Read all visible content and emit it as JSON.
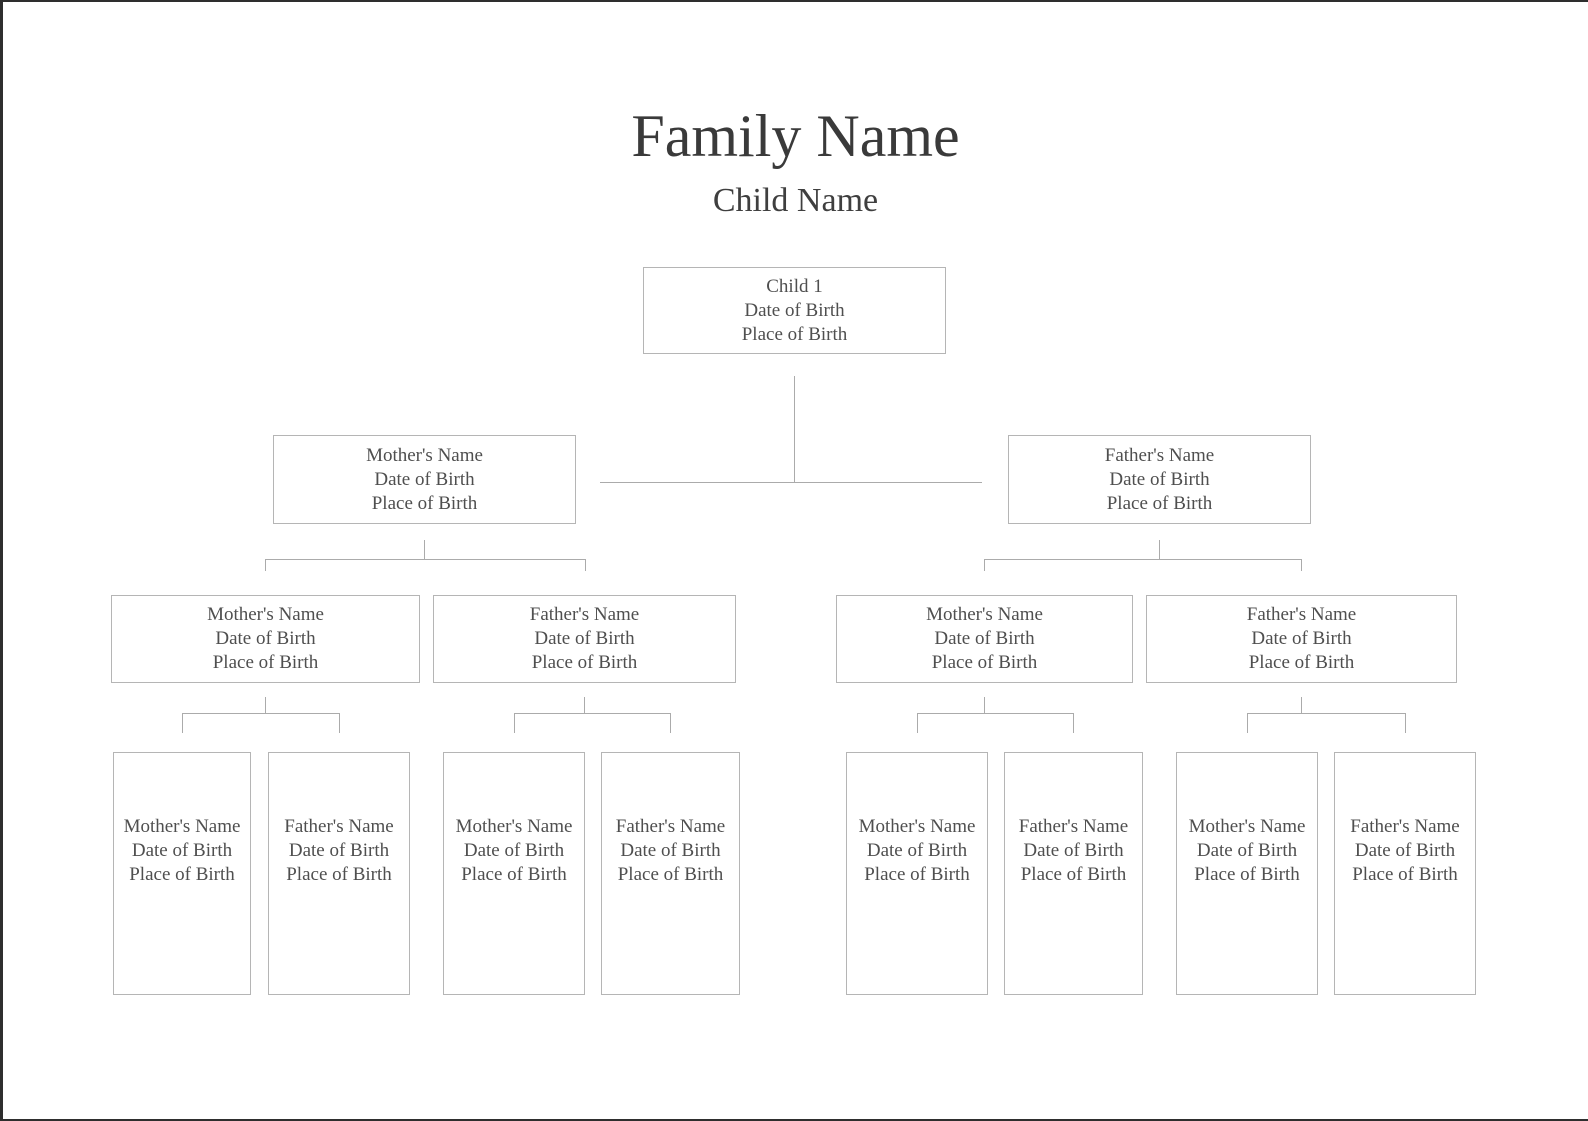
{
  "page": {
    "title": "Family Name",
    "subtitle": "Child Name"
  },
  "tree": {
    "child": {
      "name": "Child 1",
      "dob": "Date of Birth",
      "pob": "Place of Birth"
    },
    "parents": [
      {
        "role": "mother",
        "name": "Mother's Name",
        "dob": "Date of Birth",
        "pob": "Place of Birth"
      },
      {
        "role": "father",
        "name": "Father's Name",
        "dob": "Date of Birth",
        "pob": "Place of Birth"
      }
    ],
    "grandparents": [
      {
        "role": "mother",
        "name": "Mother's Name",
        "dob": "Date of Birth",
        "pob": "Place of Birth"
      },
      {
        "role": "father",
        "name": "Father's Name",
        "dob": "Date of Birth",
        "pob": "Place of Birth"
      },
      {
        "role": "mother",
        "name": "Mother's Name",
        "dob": "Date of Birth",
        "pob": "Place of Birth"
      },
      {
        "role": "father",
        "name": "Father's Name",
        "dob": "Date of Birth",
        "pob": "Place of Birth"
      }
    ],
    "great_grandparents": [
      {
        "role": "mother",
        "name": "Mother's Name",
        "dob": "Date of Birth",
        "pob": "Place of Birth"
      },
      {
        "role": "father",
        "name": "Father's Name",
        "dob": "Date of Birth",
        "pob": "Place of Birth"
      },
      {
        "role": "mother",
        "name": "Mother's Name",
        "dob": "Date of Birth",
        "pob": "Place of Birth"
      },
      {
        "role": "father",
        "name": "Father's Name",
        "dob": "Date of Birth",
        "pob": "Place of Birth"
      },
      {
        "role": "mother",
        "name": "Mother's Name",
        "dob": "Date of Birth",
        "pob": "Place of Birth"
      },
      {
        "role": "father",
        "name": "Father's Name",
        "dob": "Date of Birth",
        "pob": "Place of Birth"
      },
      {
        "role": "mother",
        "name": "Mother's Name",
        "dob": "Date of Birth",
        "pob": "Place of Birth"
      },
      {
        "role": "father",
        "name": "Father's Name",
        "dob": "Date of Birth",
        "pob": "Place of Birth"
      }
    ]
  },
  "colors": {
    "page_background": "#ffffff",
    "frame_border": "#2e2e2e",
    "box_border": "#b5b5b5",
    "connector_line": "#ababab",
    "box_text": "#4f4f4f",
    "title_text": "#3a3a3a"
  }
}
